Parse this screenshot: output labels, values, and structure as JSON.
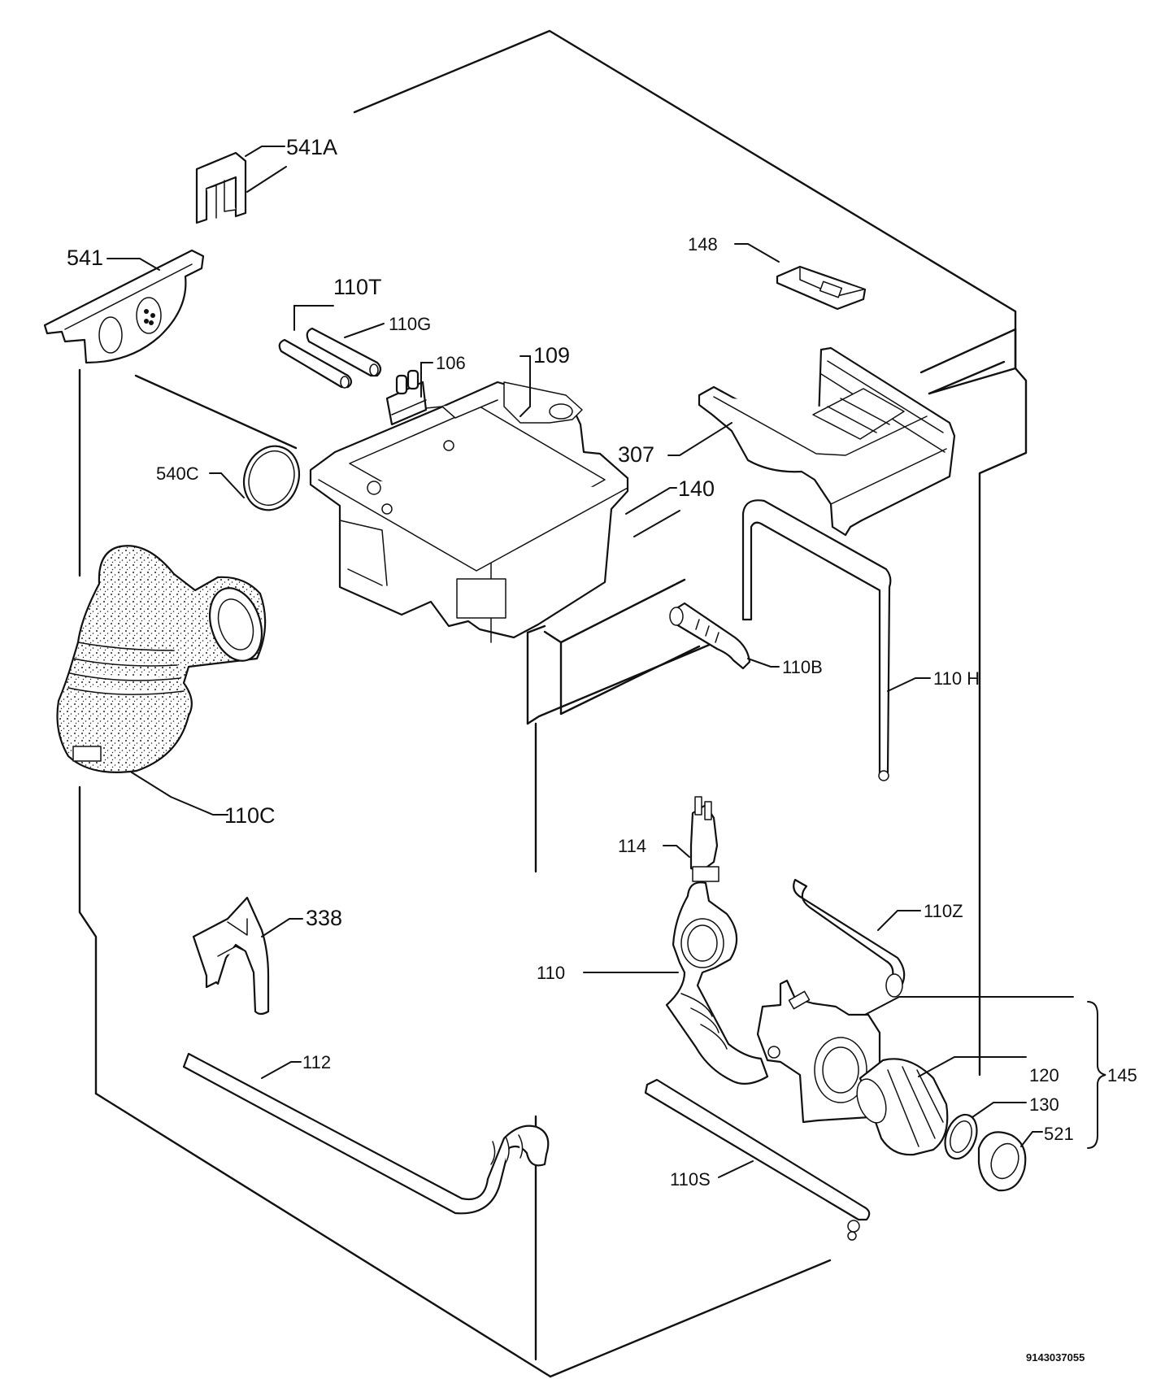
{
  "labels": {
    "l541A": "541A",
    "l541": "541",
    "l110T": "110T",
    "l110G": "110G",
    "l106": "106",
    "l109": "109",
    "l148": "148",
    "l540C": "540C",
    "l307": "307",
    "l140": "140",
    "l110B": "110B",
    "l110H": "110 H",
    "l110C": "110C",
    "l114": "114",
    "l338": "338",
    "l110Z": "110Z",
    "l110": "110",
    "l112": "112",
    "l120": "120",
    "l145": "145",
    "l130": "130",
    "l521": "521",
    "l110S": "110S"
  },
  "drawing_code": "9143037055"
}
